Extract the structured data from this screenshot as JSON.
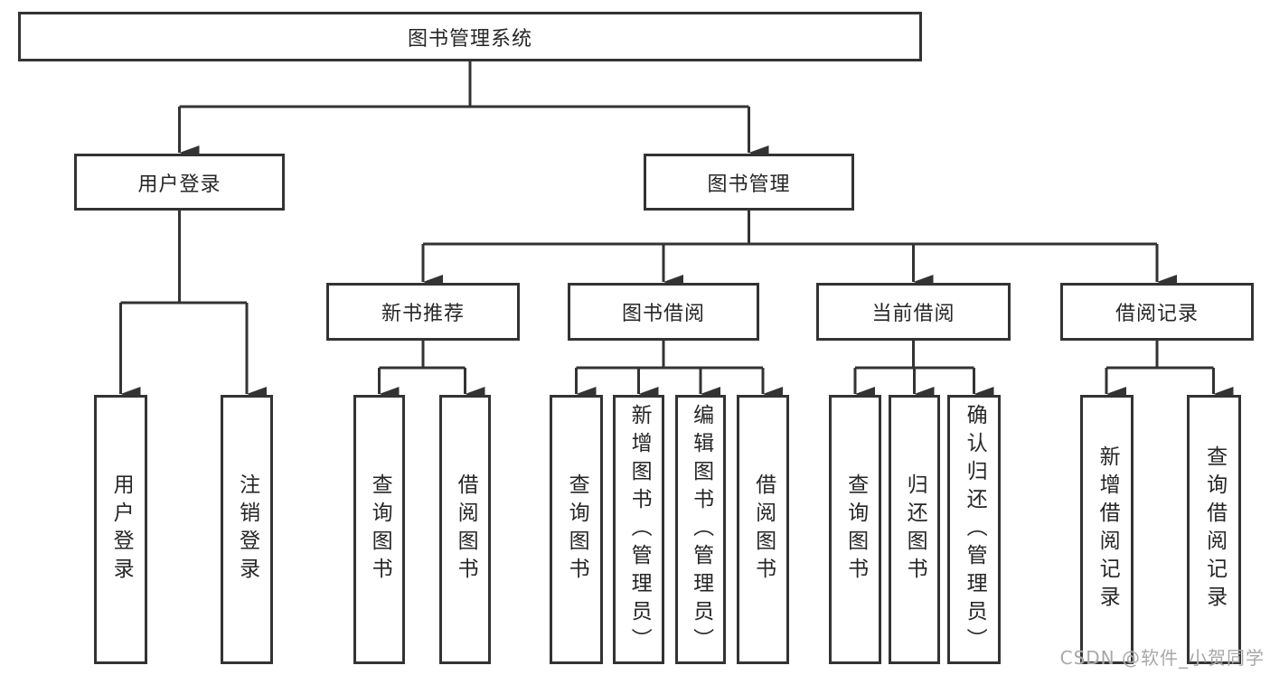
{
  "tree": {
    "root": {
      "label": "图书管理系统",
      "children": [
        {
          "label": "用户登录",
          "children": [
            {
              "label": "用户登录"
            },
            {
              "label": "注销登录"
            }
          ]
        },
        {
          "label": "图书管理",
          "children": [
            {
              "label": "新书推荐",
              "children": [
                {
                  "label": "查询图书"
                },
                {
                  "label": "借阅图书"
                }
              ]
            },
            {
              "label": "图书借阅",
              "children": [
                {
                  "label": "查询图书"
                },
                {
                  "label": "新增图书（管理员）"
                },
                {
                  "label": "编辑图书（管理员）"
                },
                {
                  "label": "借阅图书"
                }
              ]
            },
            {
              "label": "当前借阅",
              "children": [
                {
                  "label": "查询图书"
                },
                {
                  "label": "归还图书"
                },
                {
                  "label": "确认归还（管理员）"
                }
              ]
            },
            {
              "label": "借阅记录",
              "children": [
                {
                  "label": "新增借阅记录"
                },
                {
                  "label": "查询借阅记录"
                }
              ]
            }
          ]
        }
      ]
    }
  },
  "watermark": {
    "text": "CSDN @软件_小贺同学"
  },
  "colors": {
    "line": "#333333",
    "box_border": "#333333",
    "text": "#262626",
    "watermark": "#a8a8a8",
    "background": "#ffffff"
  }
}
